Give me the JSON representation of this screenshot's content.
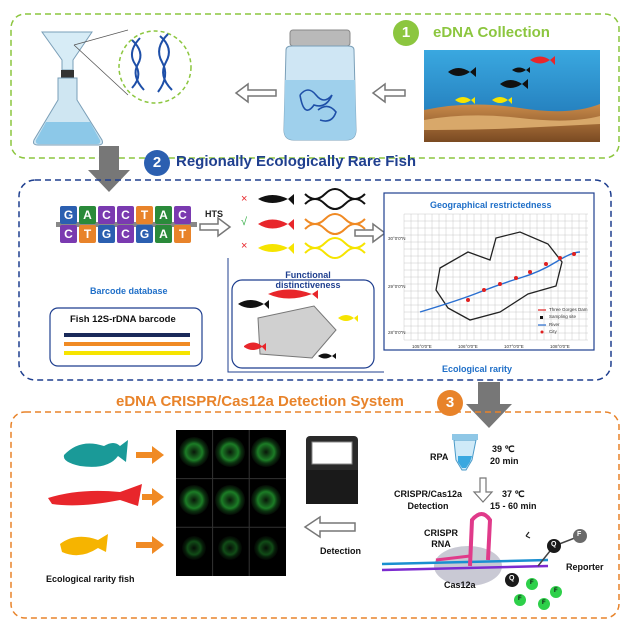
{
  "section1": {
    "number": "1",
    "title": "eDNA Collection",
    "color": "#8cc63f"
  },
  "section2": {
    "number": "2",
    "title": "Regionally Ecologically Rare Fish",
    "color": "#1f3f8f",
    "sequence": {
      "top_letters": [
        "G",
        "A",
        "C",
        "C",
        "T",
        "A",
        "C"
      ],
      "bottom_letters": [
        "C",
        "T",
        "G",
        "C",
        "G",
        "A",
        "T"
      ]
    },
    "hts_label": "HTS",
    "barcode_database_label": "Barcode database",
    "barcode_box_label": "Fish 12S-rDNA barcode",
    "functional_label": "Functional distinctiveness",
    "geo_label": "Geographical restrictedness",
    "ecological_rarity_label": "Ecological rarity",
    "map": {
      "lat_ticks": [
        "30°0'0\"N",
        "29°0'0\"N",
        "28°0'0\"N"
      ],
      "lon_ticks": [
        "105°0'0\"E",
        "106°0'0\"E",
        "107°0'0\"E",
        "108°0'0\"E"
      ],
      "legend": [
        "Three Gorges Dam",
        "Sampling site",
        "River",
        "City"
      ]
    },
    "marks": {
      "check": "√",
      "cross": "×"
    }
  },
  "section3": {
    "number": "3",
    "title": "eDNA CRISPR/Cas12a Detection System",
    "color": "#e8832a",
    "rpa_label": "RPA",
    "rpa_temp": "39 ℃",
    "rpa_time": "20 min",
    "crispr_label": "CRISPR/Cas12a Detection",
    "crispr_temp": "37 ℃",
    "crispr_time": "15 - 60 min",
    "crispr_rna_label": "CRISPR RNA",
    "cas12a_label": "Cas12a",
    "reporter_label": "Reporter",
    "detection_label": "Detection",
    "fish_label": "Ecological rarity fish",
    "quencher": "Q",
    "fluor": "F"
  },
  "colors": {
    "fish_teal": "#1a9a98",
    "fish_red": "#e8262b",
    "fish_yellow": "#f6b400",
    "arrow_orange": "#f08a24",
    "grey_arrow": "#777777"
  }
}
